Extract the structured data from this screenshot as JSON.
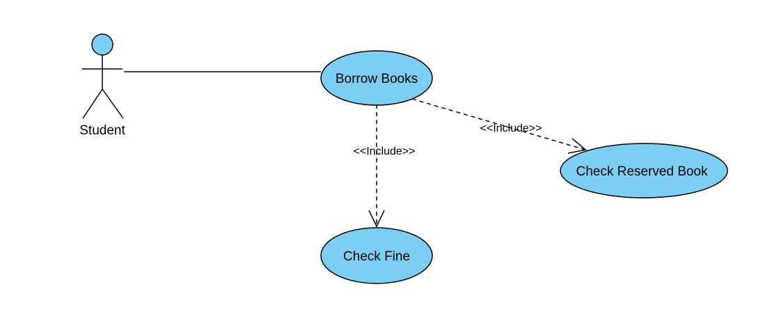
{
  "colors": {
    "usecase_fill": "#7ccef2",
    "stroke": "#000000",
    "background": "#ffffff"
  },
  "actor": {
    "name": "Student"
  },
  "use_cases": {
    "borrow_books": "Borrow Books",
    "check_reserved_book": "Check Reserved Book",
    "check_fine": "Check Fine"
  },
  "relations": {
    "include_to_fine": "<<Include>>",
    "include_to_reserved": "<<Include>>"
  }
}
